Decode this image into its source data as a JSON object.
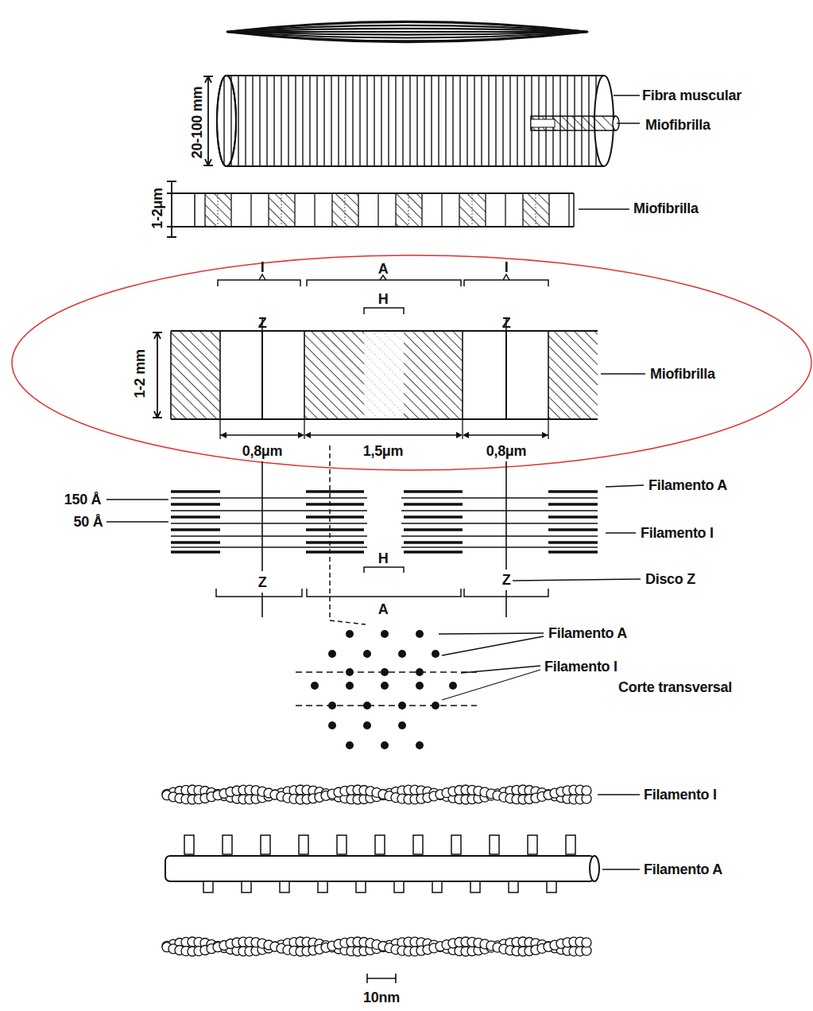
{
  "diagram": {
    "labels": [
      "Fibra muscular",
      "Miofibrilla",
      "20-100 mm",
      "1-2μm",
      "Miofibrilla",
      "I",
      "A",
      "I",
      "H",
      "Z",
      "Z",
      "1-2 mm",
      "Miofibrilla",
      "0,8μm",
      "1,5μm",
      "0,8μm",
      "150 Å",
      "Filamento A",
      "50 Å",
      "Filamento I",
      "H",
      "Z",
      "Z",
      "Disco Z",
      "A",
      "Filamento A",
      "Filamento I",
      "Corte transversal",
      "Filamento I",
      "Filamento A",
      "10nm"
    ]
  }
}
